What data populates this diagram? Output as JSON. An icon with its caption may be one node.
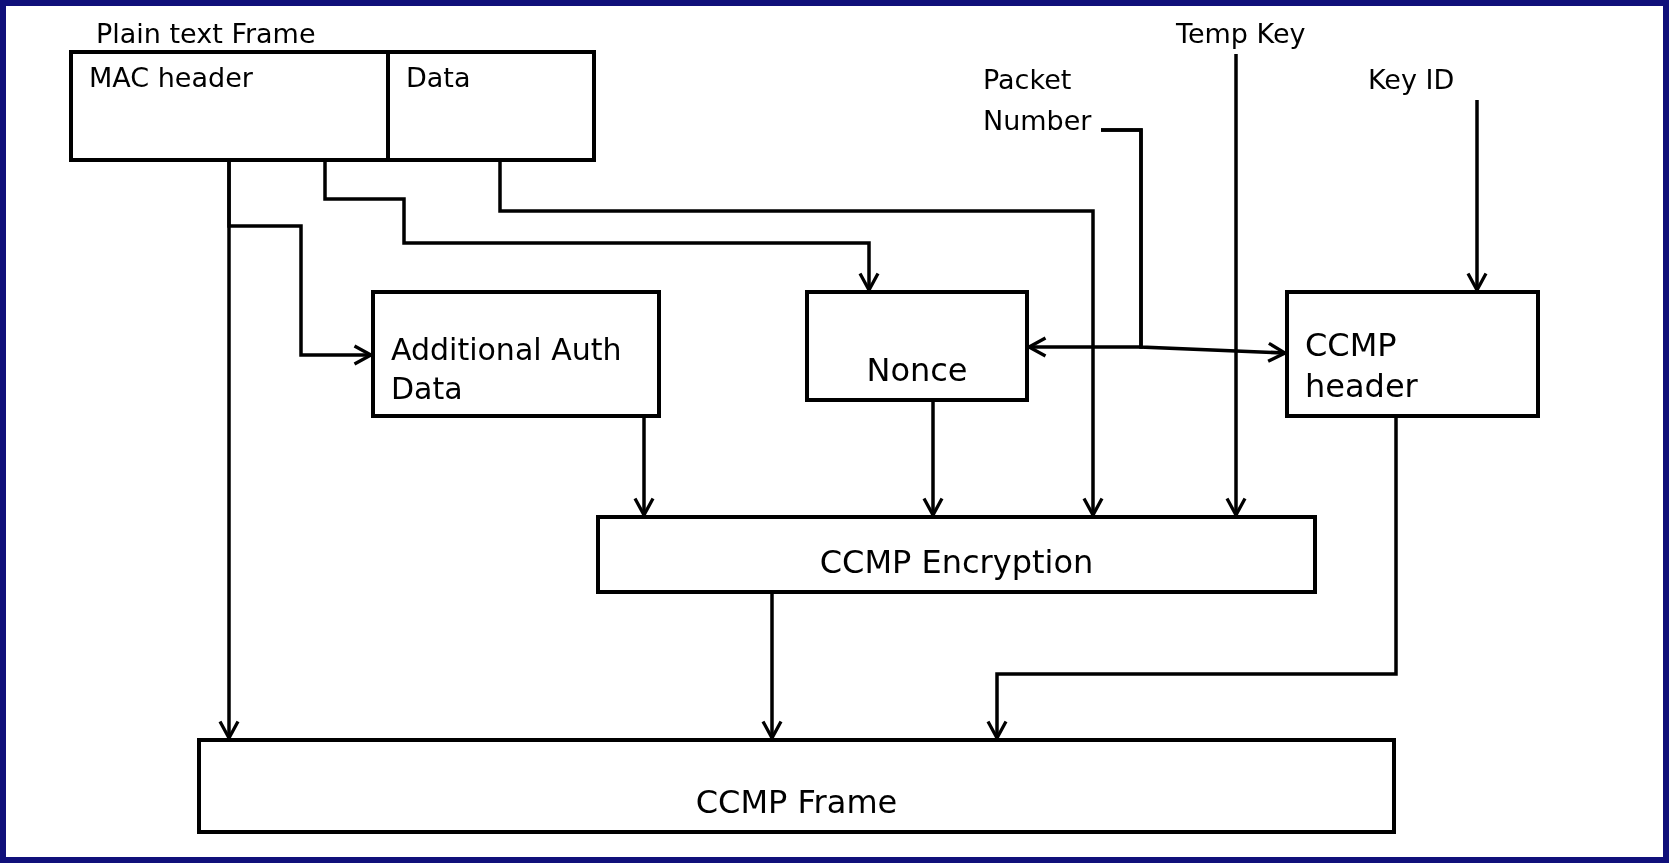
{
  "diagram": {
    "nodes": [
      {
        "text": [
          "MAC header"
        ]
      },
      {
        "text": [
          "Data"
        ]
      },
      {
        "text": [
          "Packet Number"
        ]
      },
      {
        "text": [
          "Temp Key"
        ]
      },
      {
        "text": [
          "Key ID"
        ]
      },
      {
        "text": [
          "Additional Auth Data"
        ]
      },
      {
        "text": [
          "Nonce"
        ]
      },
      {
        "text": [
          "CCMP header"
        ]
      },
      {
        "text": [
          "CCMP Encryption"
        ]
      },
      {
        "text": [
          "CCMP Frame"
        ]
      }
    ],
    "edges": [
      {
        "from": 0,
        "to": 9,
        "arrow": "to"
      },
      {
        "from": 0,
        "to": 5,
        "arrow": "to"
      },
      {
        "from": 0,
        "to": 6,
        "arrow": "to"
      },
      {
        "from": 1,
        "to": 8,
        "arrow": "to"
      },
      {
        "from": 2,
        "to": 6,
        "arrow": "to"
      },
      {
        "from": 2,
        "to": 7,
        "arrow": "to"
      },
      {
        "from": 3,
        "to": 8,
        "arrow": "to"
      },
      {
        "from": 4,
        "to": 7,
        "arrow": "to"
      },
      {
        "from": 5,
        "to": 8,
        "arrow": "to"
      },
      {
        "from": 6,
        "to": 8,
        "arrow": "to"
      },
      {
        "from": 8,
        "to": 9,
        "arrow": "to"
      },
      {
        "from": 7,
        "to": 9,
        "arrow": "to"
      }
    ],
    "labels": [
      "Plain text Frame"
    ]
  }
}
